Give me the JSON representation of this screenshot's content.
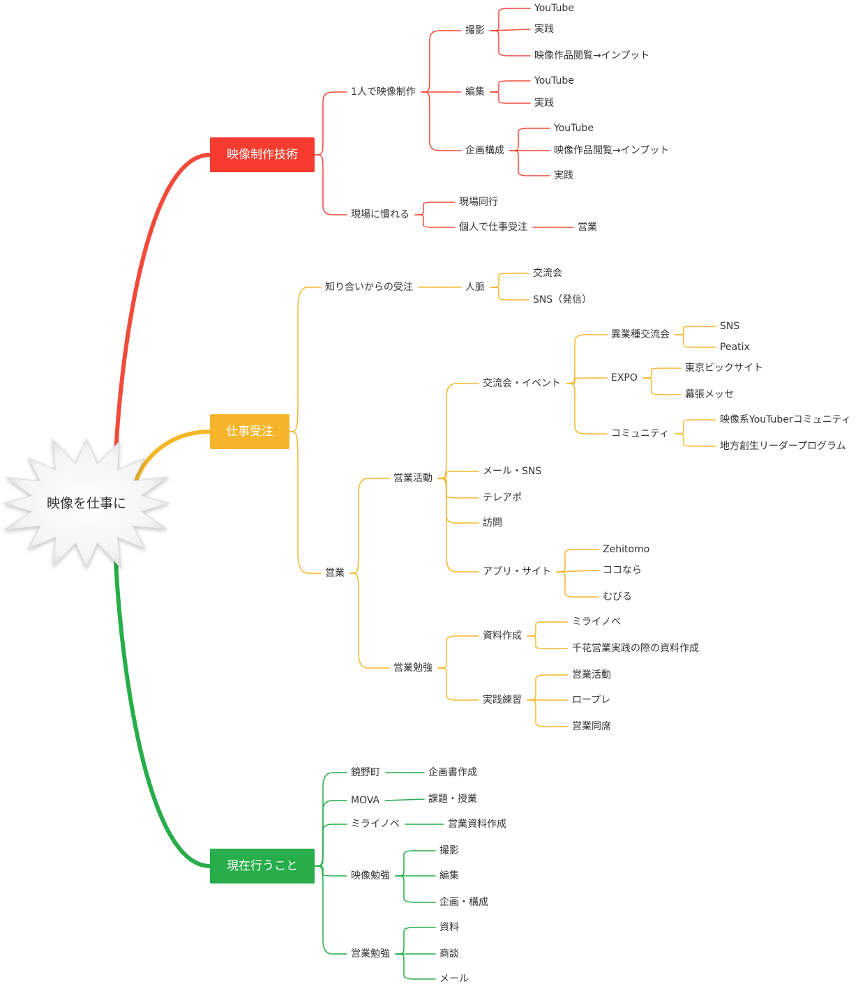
{
  "colors": {
    "red": "#f24a3a",
    "yellow": "#f5b729",
    "green": "#27ad49",
    "red_box": "#f53c2e",
    "yellow_box": "#f5b52a",
    "green_box": "#27ad49"
  },
  "root": {
    "label": "映像を仕事に",
    "shape": "explosion-burst"
  },
  "branches": [
    {
      "label": "映像制作技術",
      "color": "red",
      "children": [
        {
          "label": "1人で映像制作",
          "children": [
            {
              "label": "撮影",
              "children": [
                {
                  "label": "YouTube"
                },
                {
                  "label": "実践"
                },
                {
                  "label": "映像作品閲覧→インプット"
                }
              ]
            },
            {
              "label": "編集",
              "children": [
                {
                  "label": "YouTube"
                },
                {
                  "label": "実践"
                }
              ]
            },
            {
              "label": "企画構成",
              "children": [
                {
                  "label": "YouTube"
                },
                {
                  "label": "映像作品閲覧→インプット"
                },
                {
                  "label": "実践"
                }
              ]
            }
          ]
        },
        {
          "label": "現場に慣れる",
          "children": [
            {
              "label": "現場同行"
            },
            {
              "label": "個人で仕事受注",
              "children": [
                {
                  "label": "営業"
                }
              ]
            }
          ]
        }
      ]
    },
    {
      "label": "仕事受注",
      "color": "yellow",
      "children": [
        {
          "label": "知り合いからの受注",
          "children": [
            {
              "label": "人脈",
              "children": [
                {
                  "label": "交流会"
                },
                {
                  "label": "SNS（発信）"
                }
              ]
            }
          ]
        },
        {
          "label": "営業",
          "children": [
            {
              "label": "営業活動",
              "children": [
                {
                  "label": "交流会・イベント",
                  "children": [
                    {
                      "label": "異業種交流会",
                      "children": [
                        {
                          "label": "SNS"
                        },
                        {
                          "label": "Peatix"
                        }
                      ]
                    },
                    {
                      "label": "EXPO",
                      "children": [
                        {
                          "label": "東京ビックサイト"
                        },
                        {
                          "label": "幕張メッセ"
                        }
                      ]
                    },
                    {
                      "label": "コミュニティ",
                      "children": [
                        {
                          "label": "映像系YouTuberコミュニティ"
                        },
                        {
                          "label": "地方創生リーダープログラム"
                        }
                      ]
                    }
                  ]
                },
                {
                  "label": "メール・SNS"
                },
                {
                  "label": "テレアポ"
                },
                {
                  "label": "訪問"
                },
                {
                  "label": "アプリ・サイト",
                  "children": [
                    {
                      "label": "Zehitomo"
                    },
                    {
                      "label": "ココなら"
                    },
                    {
                      "label": "むびる"
                    }
                  ]
                }
              ]
            },
            {
              "label": "営業勉強",
              "children": [
                {
                  "label": "資料作成",
                  "children": [
                    {
                      "label": "ミライノベ"
                    },
                    {
                      "label": "千花営業実践の際の資料作成"
                    }
                  ]
                },
                {
                  "label": "実践練習",
                  "children": [
                    {
                      "label": "営業活動"
                    },
                    {
                      "label": "ロープレ"
                    },
                    {
                      "label": "営業同席"
                    }
                  ]
                }
              ]
            }
          ]
        }
      ]
    },
    {
      "label": "現在行うこと",
      "color": "green",
      "children": [
        {
          "label": "鏡野町",
          "children": [
            {
              "label": "企画書作成"
            }
          ]
        },
        {
          "label": "MOVA",
          "children": [
            {
              "label": "課題・授業"
            }
          ]
        },
        {
          "label": "ミライノベ",
          "children": [
            {
              "label": "営業資料作成"
            }
          ]
        },
        {
          "label": "映像勉強",
          "children": [
            {
              "label": "撮影"
            },
            {
              "label": "編集"
            },
            {
              "label": "企画・構成"
            }
          ]
        },
        {
          "label": "営業勉強",
          "children": [
            {
              "label": "資料"
            },
            {
              "label": "商談"
            },
            {
              "label": "メール"
            }
          ]
        }
      ]
    }
  ]
}
